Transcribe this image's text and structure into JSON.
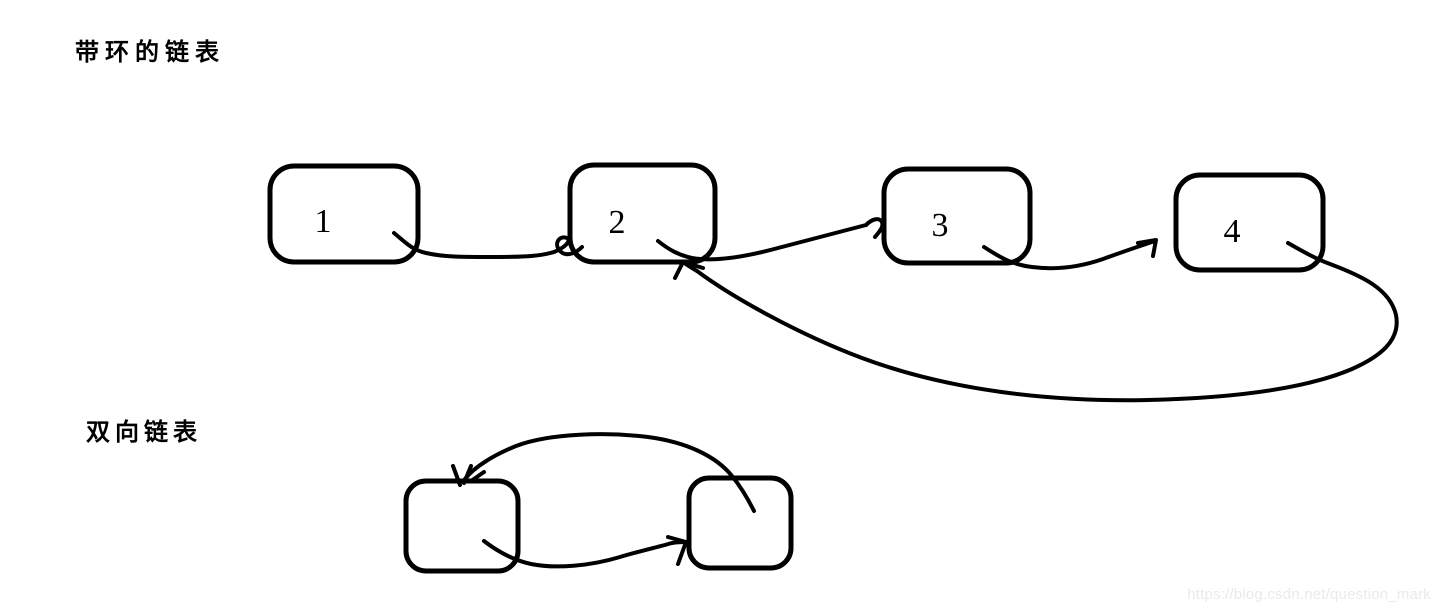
{
  "sections": {
    "cyclic": {
      "title": "带环的链表",
      "nodes": [
        {
          "label": "1"
        },
        {
          "label": "2"
        },
        {
          "label": "3"
        },
        {
          "label": "4"
        }
      ],
      "arrows": [
        {
          "from": "1",
          "to": "2"
        },
        {
          "from": "2",
          "to": "3"
        },
        {
          "from": "3",
          "to": "4"
        },
        {
          "from": "4",
          "to": "2",
          "type": "cycle-back"
        }
      ]
    },
    "doubly": {
      "title": "双向链表",
      "nodes": [
        {
          "label": ""
        },
        {
          "label": ""
        }
      ],
      "arrows": [
        {
          "from": "right",
          "to": "left",
          "position": "top"
        },
        {
          "from": "left",
          "to": "right",
          "position": "bottom"
        }
      ]
    }
  },
  "watermark": "https://blog.csdn.net/question_mark",
  "colors": {
    "stroke": "#000000",
    "background": "#ffffff",
    "watermark": "#eaeaea"
  }
}
